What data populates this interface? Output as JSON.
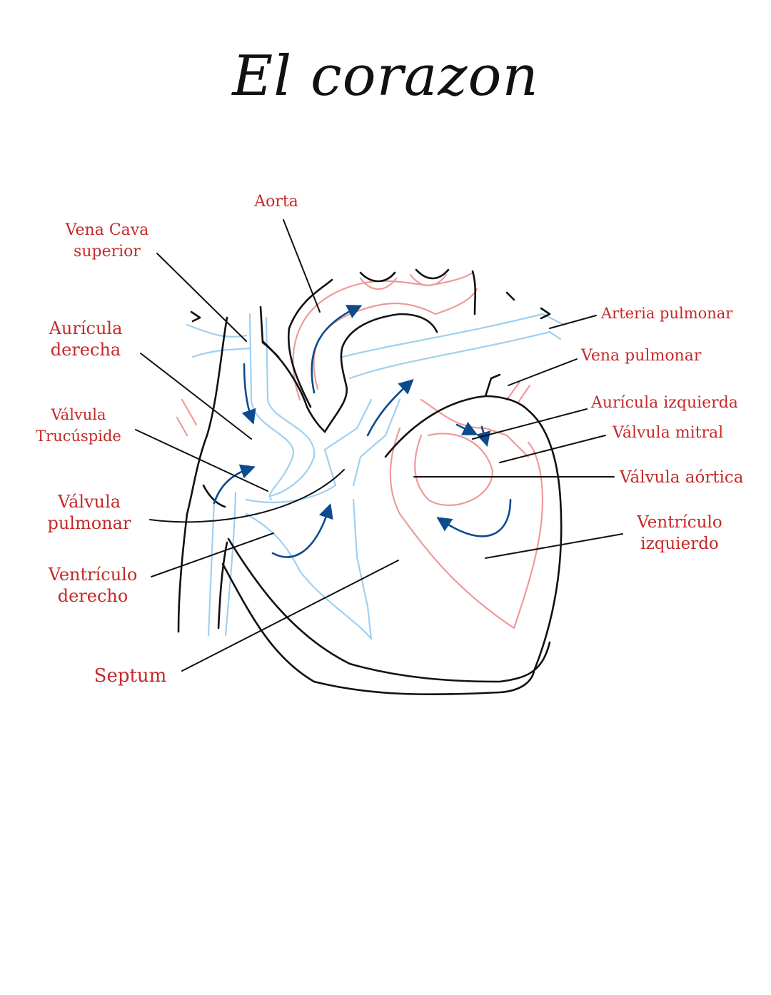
{
  "title": "El corazon",
  "colors": {
    "label": "#c62828",
    "outline": "#111111",
    "oxygen_poor_vessel": "#9fd0f0",
    "oxygen_rich_vessel": "#ef9a9a",
    "flow_arrow": "#0d4a8f"
  },
  "labels": {
    "aorta": "Aorta",
    "vena_cava_superior": [
      "Vena Cava",
      "superior"
    ],
    "auricula_derecha": [
      "Aurícula",
      "derecha"
    ],
    "valvula_tricuspide": [
      "Válvula",
      "Trucúspide"
    ],
    "valvula_pulmonar": [
      "Válvula",
      "pulmonar"
    ],
    "ventriculo_derecho": [
      "Ventrículo",
      "derecho"
    ],
    "septum": "Septum",
    "arteria_pulmonar": "Arteria pulmonar",
    "vena_pulmonar": "Vena pulmonar",
    "auricula_izquierda": "Aurícula izquierda",
    "valvula_mitral": "Válvula mitral",
    "valvula_aortica": "Válvula aórtica",
    "ventriculo_izquierdo": [
      "Ventrículo",
      "izquierdo"
    ]
  }
}
